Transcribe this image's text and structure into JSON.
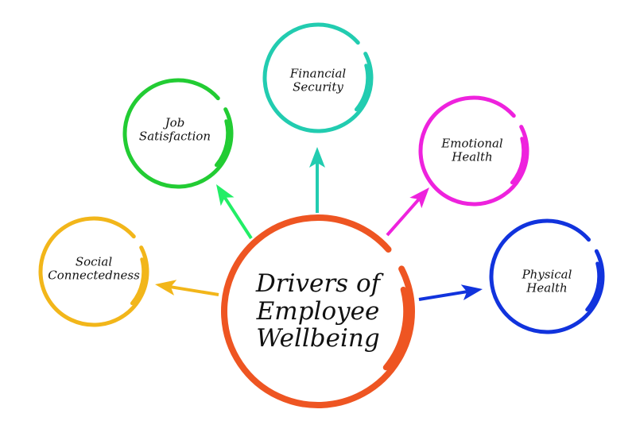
{
  "center": {
    "line1": "Drivers of",
    "line2": "Employee",
    "line3": "Wellbeing",
    "color": "#ee5522"
  },
  "nodes": [
    {
      "id": "financial-security",
      "line1": "Financial",
      "line2": "Security",
      "color": "#22ccb0"
    },
    {
      "id": "job-satisfaction",
      "line1": "Job",
      "line2": "Satisfaction",
      "color": "#22cc33"
    },
    {
      "id": "emotional-health",
      "line1": "Emotional",
      "line2": "Health",
      "color": "#ee22dd"
    },
    {
      "id": "social-connectedness",
      "line1": "Social",
      "line2": "Connectedness",
      "color": "#f2b61a"
    },
    {
      "id": "physical-health",
      "line1": "Physical",
      "line2": "Health",
      "color": "#1133dd"
    }
  ],
  "arrow_colors": {
    "financial-security": "#22ccb0",
    "job-satisfaction": "#22ee66",
    "emotional-health": "#ee22dd",
    "social-connectedness": "#f2b61a",
    "physical-health": "#1133dd"
  }
}
